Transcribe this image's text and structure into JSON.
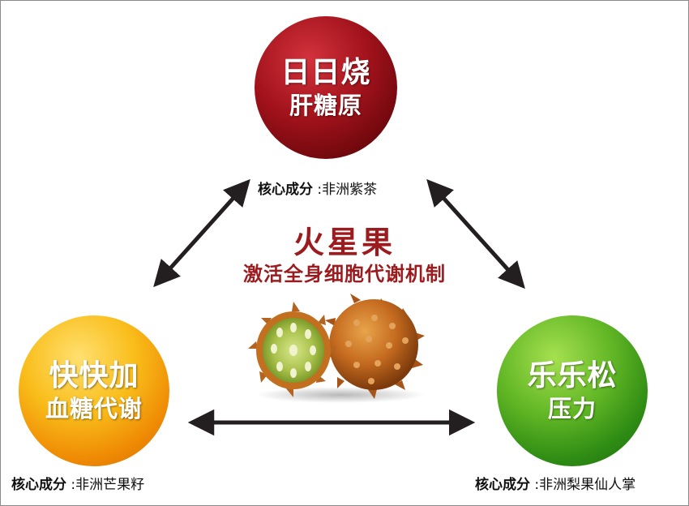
{
  "top_node": {
    "line1": "日日烧",
    "line2": "肝糖原",
    "color": "#8b0f16"
  },
  "left_node": {
    "line1": "快快加",
    "line2": "血糖代谢",
    "color": "#f0a010"
  },
  "right_node": {
    "line1": "乐乐松",
    "line2": "压力",
    "color": "#3c9a1a"
  },
  "ingredient_label": "核心成分",
  "ingredients": {
    "top": ":非洲紫茶",
    "left": ":非洲芒果籽",
    "right": ":非洲梨果仙人掌"
  },
  "center": {
    "title": "火星果",
    "subtitle": "激活全身细胞代谢机制",
    "color": "#9b1b1f"
  },
  "image": {
    "name": "kiwano-fruit-image"
  }
}
